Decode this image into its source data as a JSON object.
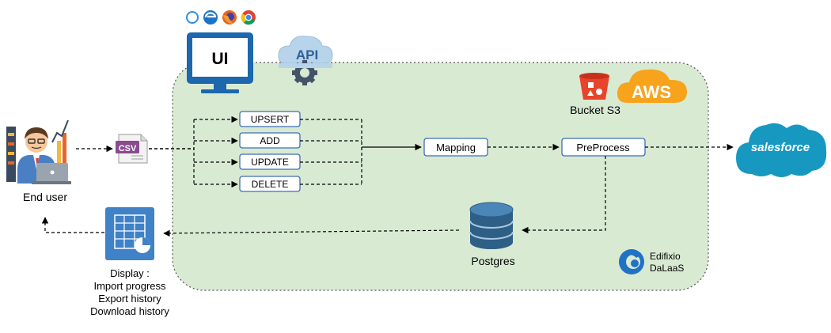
{
  "end_user": {
    "label": "End user"
  },
  "csv": {
    "badge": "CSV"
  },
  "ui": {
    "label": "UI"
  },
  "api": {
    "label": "API"
  },
  "operations": [
    "UPSERT",
    "ADD",
    "UPDATE",
    "DELETE"
  ],
  "mapping": {
    "label": "Mapping"
  },
  "preprocess": {
    "label": "PreProcess"
  },
  "bucket": {
    "label": "Bucket S3"
  },
  "aws": {
    "label": "AWS"
  },
  "salesforce": {
    "label": "salesforce"
  },
  "postgres": {
    "label": "Postgres"
  },
  "edifixio": {
    "line1": "Edifixio",
    "line2": "DaLaaS"
  },
  "display": {
    "lines": [
      "Display :",
      "Import progress",
      "Export history",
      "Download history"
    ]
  },
  "colors": {
    "zone_fill": "#d9ead3",
    "zone_stroke": "#555555",
    "box_stroke": "#3d6fb6",
    "monitor_blue": "#1c67ad",
    "api_cloud": "#b7d4ea",
    "api_gear": "#43536a",
    "bucket_red": "#e8442b",
    "aws_orange": "#f7a41c",
    "salesforce_blue": "#1798c1",
    "postgres_blue": "#2e5f86",
    "sheet_blue": "#3f82c8"
  }
}
